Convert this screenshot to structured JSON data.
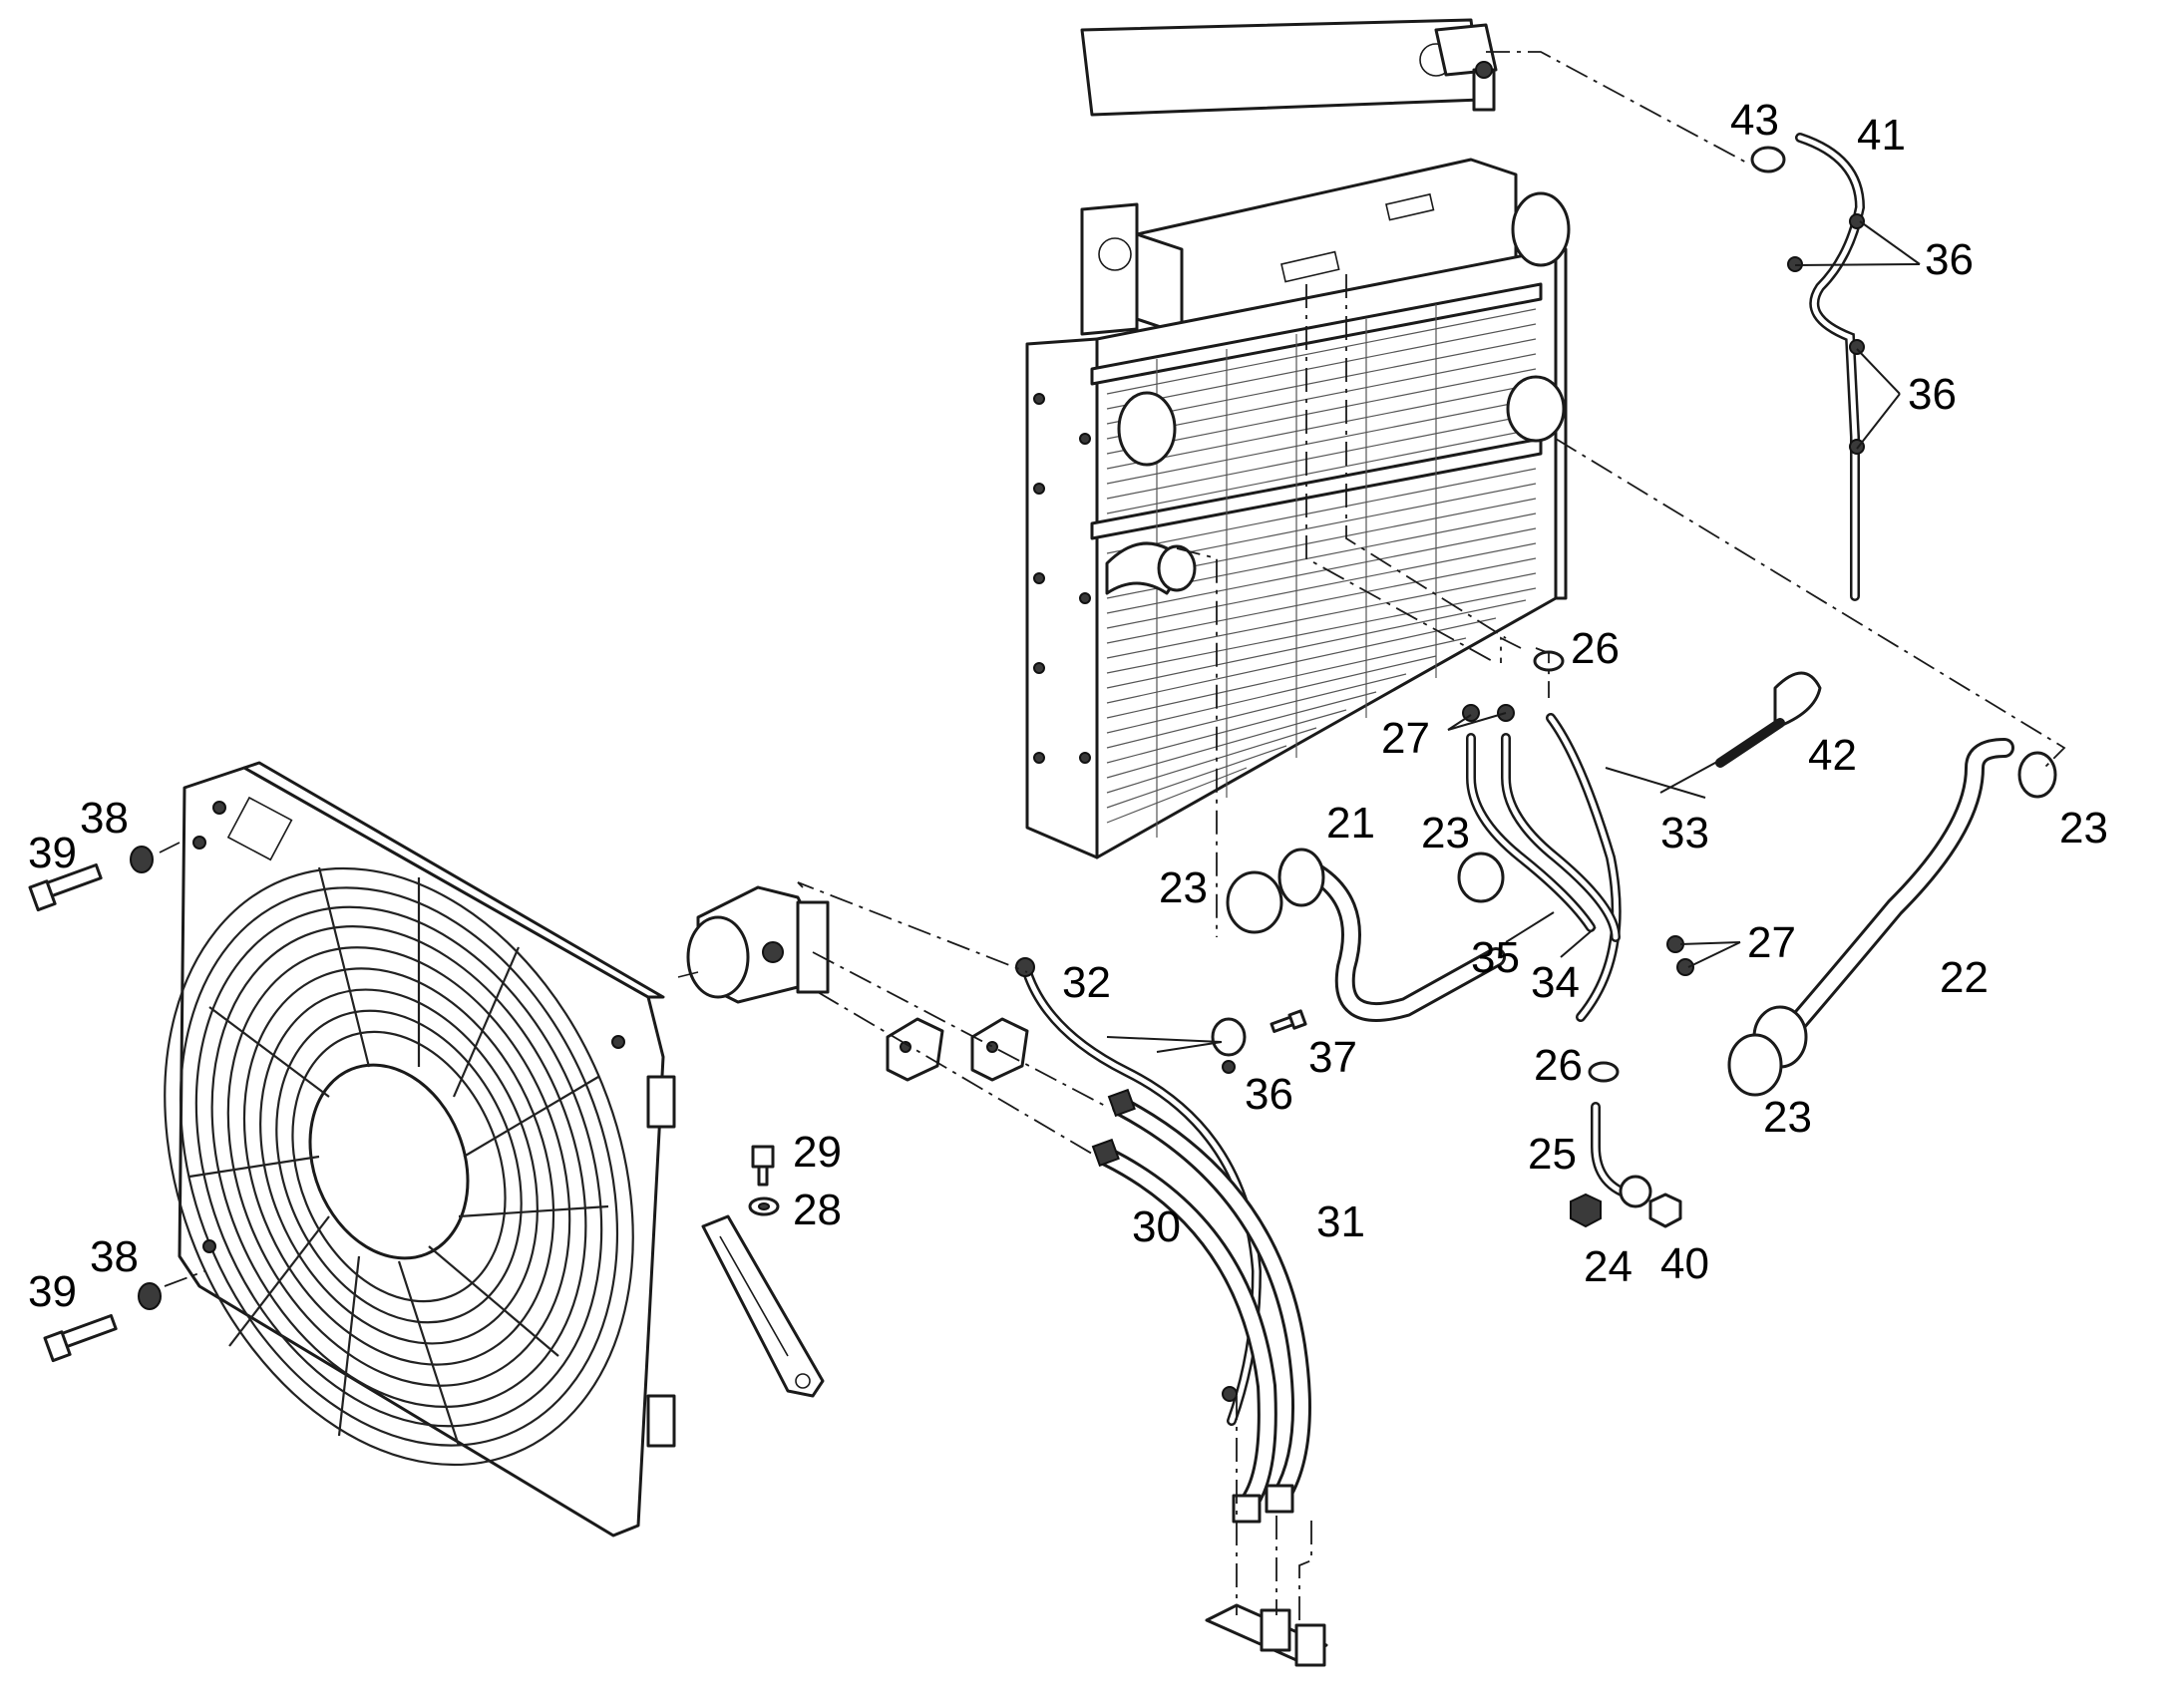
{
  "diagram": {
    "callouts": [
      {
        "id": "c21",
        "text": "21"
      },
      {
        "id": "c22",
        "text": "22"
      },
      {
        "id": "c23a",
        "text": "23"
      },
      {
        "id": "c23b",
        "text": "23"
      },
      {
        "id": "c23c",
        "text": "23"
      },
      {
        "id": "c23d",
        "text": "23"
      },
      {
        "id": "c24",
        "text": "24"
      },
      {
        "id": "c25",
        "text": "25"
      },
      {
        "id": "c26a",
        "text": "26"
      },
      {
        "id": "c26b",
        "text": "26"
      },
      {
        "id": "c27a",
        "text": "27"
      },
      {
        "id": "c27b",
        "text": "27"
      },
      {
        "id": "c28",
        "text": "28"
      },
      {
        "id": "c29",
        "text": "29"
      },
      {
        "id": "c30",
        "text": "30"
      },
      {
        "id": "c31",
        "text": "31"
      },
      {
        "id": "c32",
        "text": "32"
      },
      {
        "id": "c33",
        "text": "33"
      },
      {
        "id": "c34",
        "text": "34"
      },
      {
        "id": "c35",
        "text": "35"
      },
      {
        "id": "c36a",
        "text": "36"
      },
      {
        "id": "c36b",
        "text": "36"
      },
      {
        "id": "c36c",
        "text": "36"
      },
      {
        "id": "c37",
        "text": "37"
      },
      {
        "id": "c38a",
        "text": "38"
      },
      {
        "id": "c38b",
        "text": "38"
      },
      {
        "id": "c39a",
        "text": "39"
      },
      {
        "id": "c39b",
        "text": "39"
      },
      {
        "id": "c40",
        "text": "40"
      },
      {
        "id": "c41",
        "text": "41"
      },
      {
        "id": "c42",
        "text": "42"
      },
      {
        "id": "c43",
        "text": "43"
      }
    ]
  }
}
